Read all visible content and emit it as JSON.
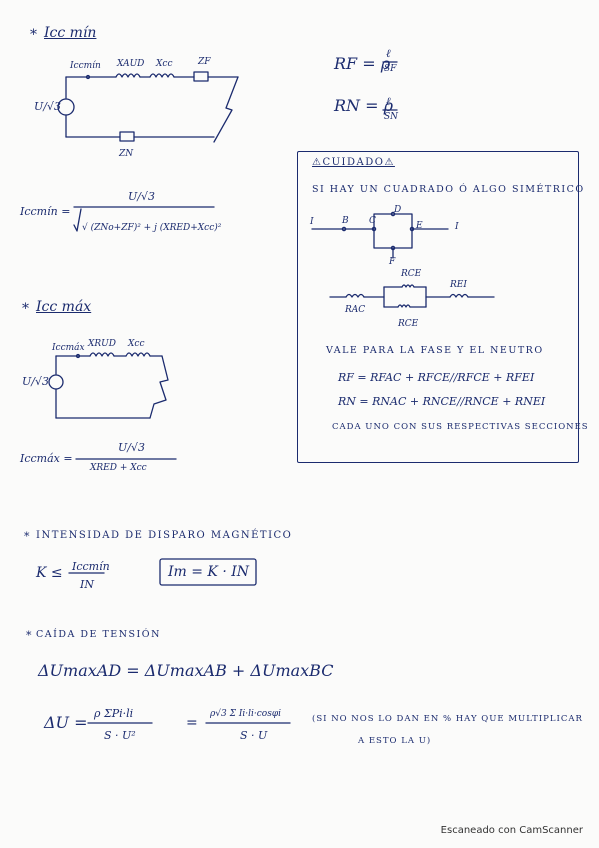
{
  "sections": {
    "icc_min": {
      "bullet": "*",
      "title": "Icc mín",
      "labels": {
        "iccmin": "Iccmín",
        "xaud": "XAUD",
        "xcc": "Xcc",
        "zf": "ZF",
        "zn": "ZN",
        "src": "U/√3"
      },
      "formula_lhs": "Iccmín =",
      "formula_num": "U/√3",
      "formula_den": "√ (ZNo+ZF)² + j (XRED+Xcc)²"
    },
    "resistances": {
      "rf": "RF = ρ",
      "rf_frac_top": "ℓ",
      "rf_frac_bot": "SF",
      "rn": "RN = ρ",
      "rn_frac_top": "ℓ",
      "rn_frac_bot": "SN"
    },
    "caution": {
      "title": "⚠CUIDADO⚠",
      "line1": "SI HAY UN CUADRADO Ó ALGO SIMÉTRICO",
      "nodes": [
        "I",
        "B",
        "C",
        "D",
        "E",
        "I",
        "F"
      ],
      "labels_diag2": {
        "rcc_top": "RCE",
        "rei": "REI",
        "rac": "RAC",
        "rce_bot": "RCE"
      },
      "line2": "VALE PARA LA FASE Y EL NEUTRO",
      "eq1": "RF = RFAC + RFCE//RFCE + RFEI",
      "eq2": "RN = RNAC + RNCE//RNCE + RNEI",
      "line3": "CADA UNO CON SUS RESPECTIVAS SECCIONES"
    },
    "icc_max": {
      "bullet": "*",
      "title": "Icc máx",
      "labels": {
        "iccmax": "Iccmáx",
        "xaud": "XRUD",
        "xcc": "Xcc",
        "src": "U/√3"
      },
      "formula_lhs": "Iccmáx =",
      "formula_num": "U/√3",
      "formula_den": "XRED + Xcc"
    },
    "magnetic": {
      "bullet": "*",
      "title": "INTENSIDAD DE DISPARO MAGNÉTICO",
      "k_lhs": "K ≤",
      "k_num": "Iccmín",
      "k_den": "IN",
      "boxed": "Im = K · IN"
    },
    "voltage_drop": {
      "bullet": "*",
      "title": "CAÍDA DE TENSIÓN",
      "eq_total": "ΔUmaxAD = ΔUmaxAB + ΔUmaxBC",
      "du_lhs": "ΔU =",
      "du_num1": "ρ ΣPi·li",
      "du_den1": "S · U²",
      "du_eq": "=",
      "du_num2": "ρ√3 Σ Ii·li·cosφi",
      "du_den2": "S · U",
      "note_line1": "(SI NO NOS LO DAN EN % HAY QUE MULTIPLICAR",
      "note_line2": "A ESTO LA U)"
    }
  },
  "footer": {
    "scanner": "Escaneado con CamScanner"
  }
}
